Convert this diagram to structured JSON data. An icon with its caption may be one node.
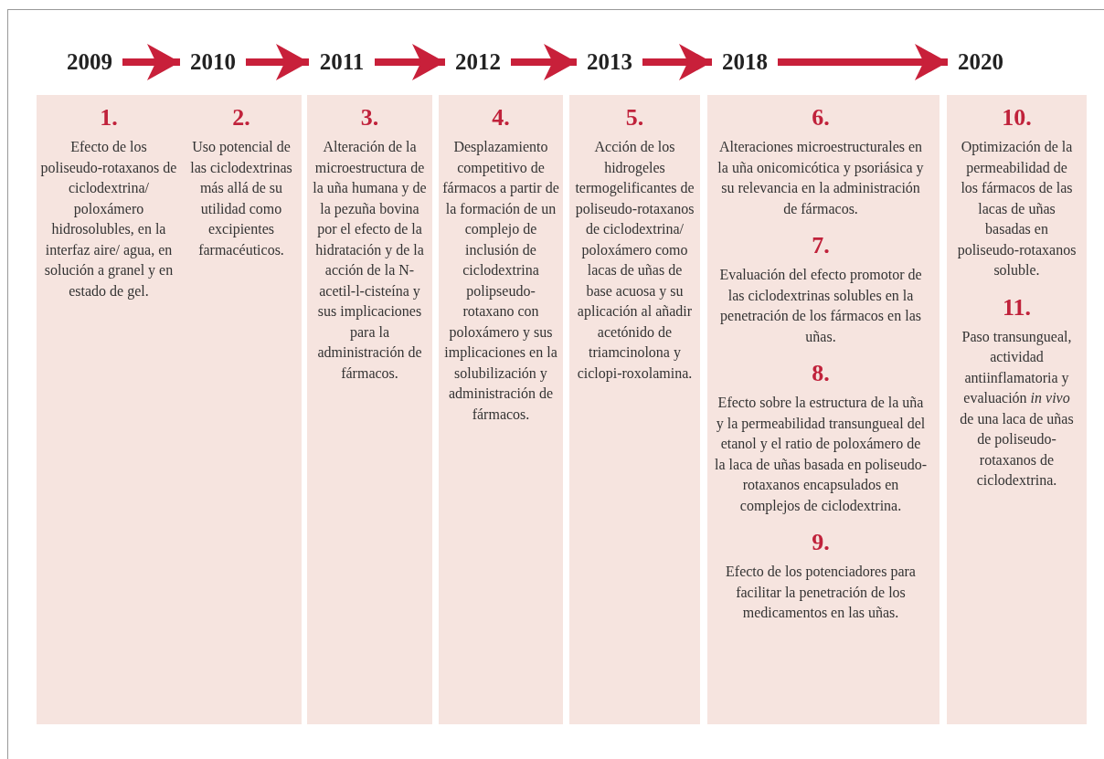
{
  "diagram": {
    "nodes": [
      {
        "text": [
          "2009"
        ]
      },
      {
        "text": [
          "2010"
        ]
      },
      {
        "text": [
          "2011"
        ]
      },
      {
        "text": [
          "2012"
        ]
      },
      {
        "text": [
          "2013"
        ]
      },
      {
        "text": [
          "2018"
        ]
      },
      {
        "text": [
          "2020"
        ]
      },
      {
        "text": [
          "1.",
          "Efecto de los poliseudo-rotaxanos de ciclodextrina/ poloxámero hidrosolubles, en la interfaz aire/ agua, en solución a granel y en estado de gel."
        ]
      },
      {
        "text": [
          "2.",
          "Uso potencial de las ciclodextrinas más allá de su utilidad como excipientes farmacéuticos."
        ]
      },
      {
        "text": [
          "3.",
          "Alteración de la microestructura de la uña humana y de la pezuña bovina por el efecto de la hidratación y de la acción de la N-acetil-l-cisteína y sus implicaciones para la administración de fármacos."
        ]
      },
      {
        "text": [
          "4.",
          "Desplazamiento competitivo de fármacos a partir de la formación de un complejo de inclusión de ciclodextrina polipseudo-rotaxano con poloxámero y sus implicaciones en la solubilización y administración de fármacos."
        ]
      },
      {
        "text": [
          "5.",
          "Acción de los hidrogeles termogelificantes de poliseudo-rotaxanos de ciclodextrina/ poloxámero como lacas de uñas de base acuosa y su aplicación al añadir acetónido de triamcinolona y ciclopi-roxolamina."
        ]
      },
      {
        "text": [
          "6.",
          "Alteraciones microestructurales en la uña onicomicótica y psoriásica y su relevancia en la administración de fármacos.",
          "7.",
          "Evaluación del efecto promotor de las ciclodextrinas solubles en la penetración de los fármacos en las uñas.",
          "8.",
          "Efecto sobre la estructura de la uña y la permeabilidad transungueal del etanol y el ratio de poloxámero de la laca de uñas basada en poliseudo-rotaxanos encapsulados en complejos de ciclodextrina.",
          "9.",
          "Efecto de los potenciadores para facilitar la penetración de los medicamentos en las uñas."
        ]
      },
      {
        "text": [
          "10.",
          "Optimización de la permeabilidad de los fármacos de las lacas de uñas basadas en poliseudo-rotaxanos soluble.",
          "11.",
          "Paso transungueal, actividad antiinflamatoria y evaluación *in vivo* de una laca de uñas de poliseudo-rotaxanos de ciclodextrina."
        ]
      }
    ],
    "edges": [
      {
        "from": 0,
        "to": 1,
        "arrow": "to"
      },
      {
        "from": 1,
        "to": 2,
        "arrow": "to"
      },
      {
        "from": 2,
        "to": 3,
        "arrow": "to"
      },
      {
        "from": 3,
        "to": 4,
        "arrow": "to"
      },
      {
        "from": 4,
        "to": 5,
        "arrow": "to"
      },
      {
        "from": 5,
        "to": 6,
        "arrow": "to"
      }
    ]
  }
}
